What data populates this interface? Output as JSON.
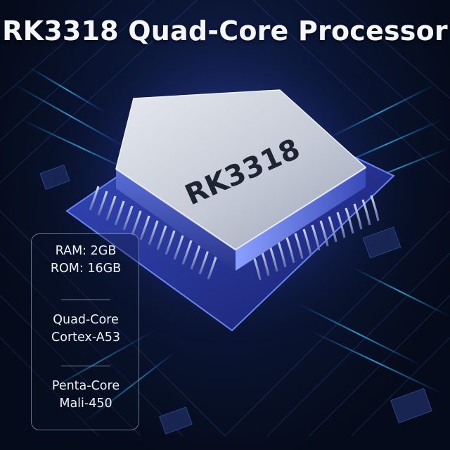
{
  "title": "RK3318 Quad-Core Processor",
  "chip": {
    "label": "RK3318"
  },
  "specs": {
    "memory": {
      "line1": "RAM: 2GB",
      "line2": "ROM: 16GB"
    },
    "cpu": {
      "line1": "Quad-Core",
      "line2": "Cortex-A53"
    },
    "gpu": {
      "line1": "Penta-Core",
      "line2": "Mali-450"
    }
  },
  "colors": {
    "background": "#050b1a",
    "glow": "#3f6bff",
    "chip_surface": "#c9ced9",
    "circuit_lines": "#2fb8ff"
  }
}
